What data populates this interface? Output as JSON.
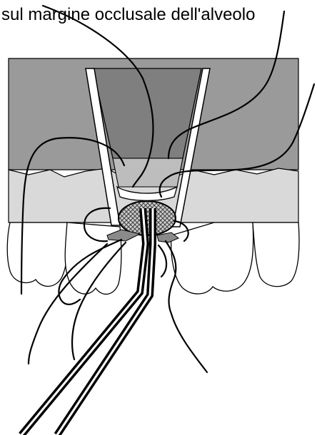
{
  "figure": {
    "caption_fragment": "sul margine occlusale dell'alveolo",
    "colors": {
      "background": "#ffffff",
      "outline": "#000000",
      "bone_dark": "#9a9a9a",
      "bone_light": "#d9d9d9",
      "graft_light": "#bdbdbd",
      "retractor_fill": "#7f7f7f",
      "tooth": "#ffffff",
      "mesh": "#5a5a5a"
    },
    "parts": [
      "bone-block",
      "alveolar-ridge",
      "teeth",
      "retractor",
      "bone-graft",
      "forceps",
      "sutures"
    ]
  }
}
